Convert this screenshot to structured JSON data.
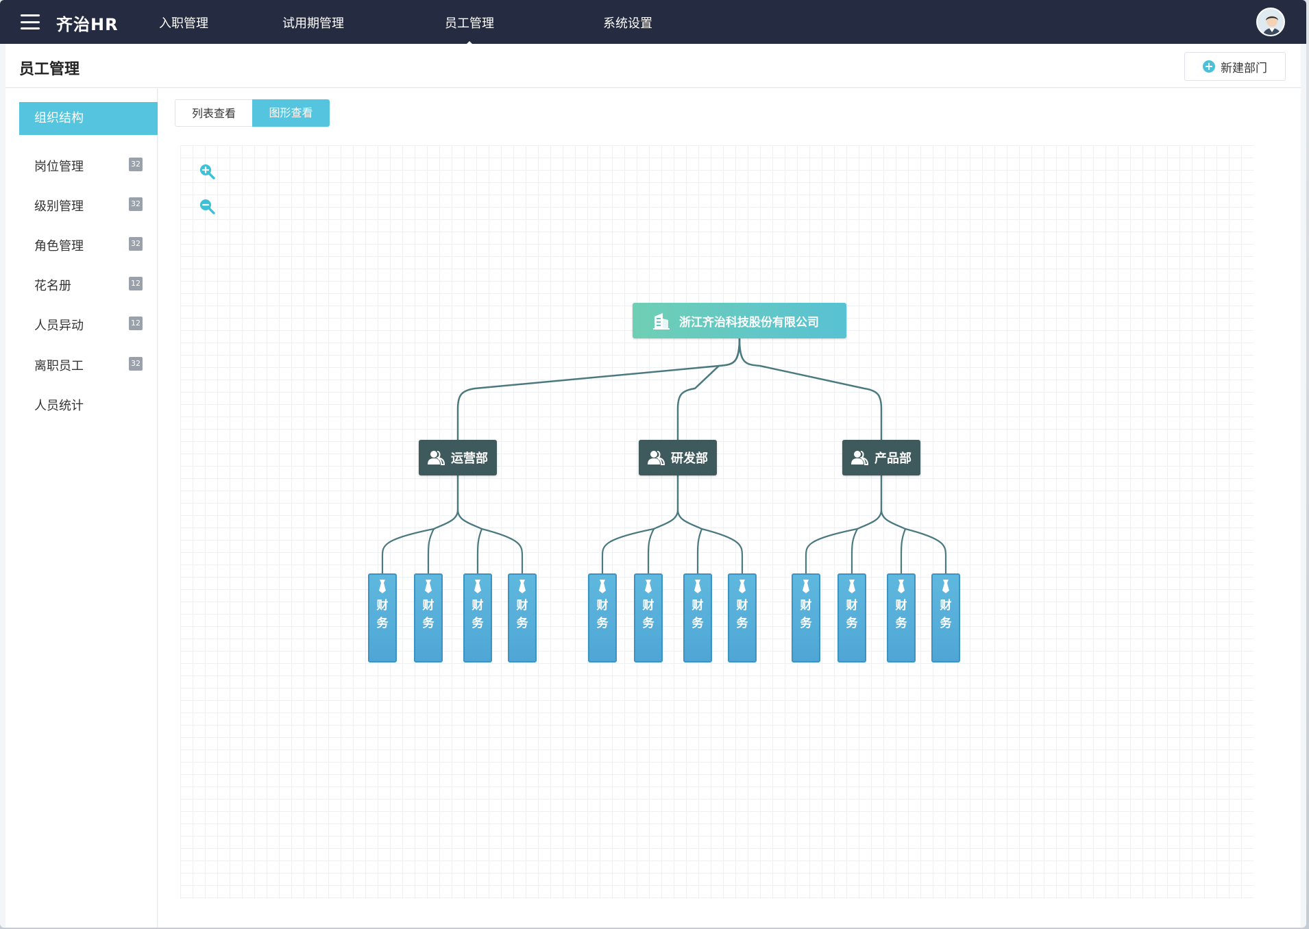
{
  "app": {
    "brand": "齐治HR"
  },
  "nav": {
    "items": [
      {
        "label": "入职管理",
        "active": false
      },
      {
        "label": "试用期管理",
        "active": false
      },
      {
        "label": "员工管理",
        "active": true
      },
      {
        "label": "系统设置",
        "active": false
      }
    ]
  },
  "header": {
    "title": "员工管理",
    "new_dept_label": "新建部门"
  },
  "sidebar": {
    "active_label": "组织结构",
    "items": [
      {
        "label": "岗位管理",
        "badge": "32"
      },
      {
        "label": "级别管理",
        "badge": "32"
      },
      {
        "label": "角色管理",
        "badge": "32"
      },
      {
        "label": "花名册",
        "badge": "12"
      },
      {
        "label": "人员异动",
        "badge": "12"
      },
      {
        "label": "离职员工",
        "badge": "32"
      },
      {
        "label": "人员统计",
        "badge": ""
      }
    ]
  },
  "view": {
    "list_label": "列表查看",
    "graph_label": "图形查看",
    "selected": "graph"
  },
  "org": {
    "root": "浙江齐治科技股份有限公司",
    "departments": [
      {
        "name": "运营部",
        "children": [
          "财务",
          "财务",
          "财务",
          "财务"
        ]
      },
      {
        "name": "研发部",
        "children": [
          "财务",
          "财务",
          "财务",
          "财务"
        ]
      },
      {
        "name": "产品部",
        "children": [
          "财务",
          "财务",
          "财务",
          "财务"
        ]
      }
    ]
  },
  "colors": {
    "topbar": "#252b40",
    "accent": "#55c5df",
    "root_node": "#62c8c6",
    "dept_node": "#3f5a5c",
    "leaf_node": "#55aedb",
    "connector": "#4a7a80"
  }
}
